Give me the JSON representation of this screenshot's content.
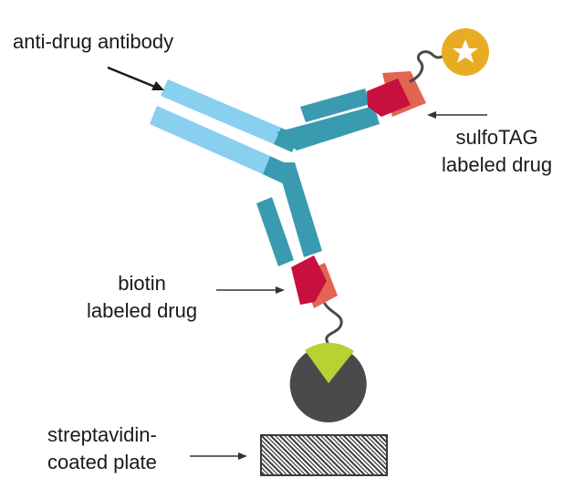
{
  "labels": {
    "antibody": "anti-drug antibody",
    "sulfotag_line1": "sulfoTAG",
    "sulfotag_line2": "labeled drug",
    "biotin_line1": "biotin",
    "biotin_line2": "labeled drug",
    "plate_line1": "streptavidin-",
    "plate_line2": "coated plate"
  },
  "colors": {
    "antibody_light_chain": "#89cff0",
    "antibody_heavy_chain": "#3a9ab0",
    "drug_magenta": "#c8103e",
    "drug_salmon": "#e26552",
    "tag_gold": "#e8ac22",
    "streptavidin_dark": "#4a4a4a",
    "biotin_green": "#b6d233",
    "arrow": "#333333",
    "plate_hatch": "#3a3a3a"
  },
  "icons": {
    "sulfotag": "star-icon"
  }
}
